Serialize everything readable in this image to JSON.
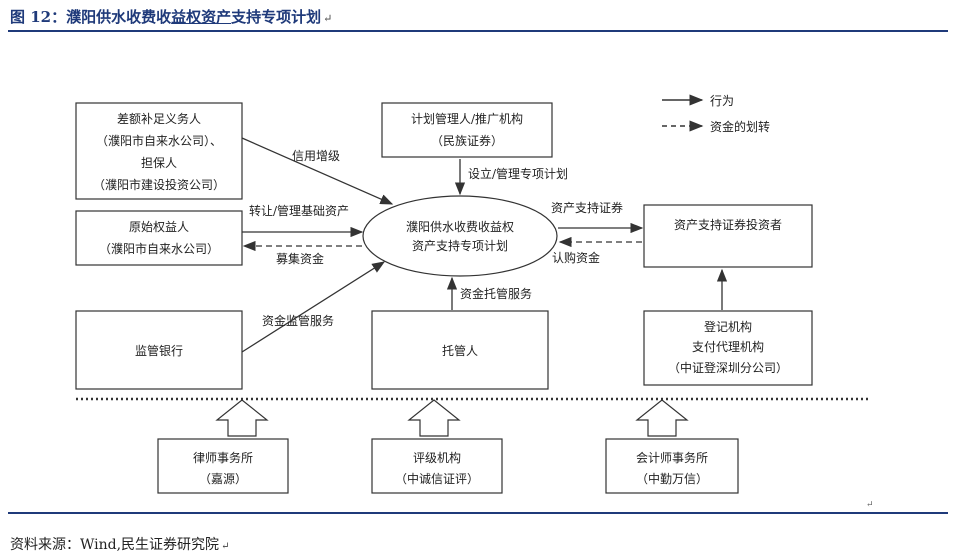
{
  "title": {
    "prefix": "图 12：濮阳供水收费收",
    "highlight": "益权资产",
    "suffix": "支持专项计划",
    "mark": "↵"
  },
  "diagram": {
    "legend": {
      "action": "行为",
      "funds": "资金的划转"
    },
    "boxes": {
      "obligor": [
        "差额补足义务人",
        "（濮阳市自来水公司）、",
        "担保人",
        "（濮阳市建设投资公司）"
      ],
      "manager": [
        "计划管理人/推广机构",
        "（民族证券）"
      ],
      "originator": [
        "原始权益人",
        "（濮阳市自来水公司）"
      ],
      "plan": [
        "濮阳供水收费收益权",
        "资产支持专项计划"
      ],
      "investors": [
        "资产支持证券投资者"
      ],
      "bank": [
        "监管银行"
      ],
      "custodian": [
        "托管人"
      ],
      "registrar": [
        "登记机构",
        "支付代理机构",
        "（中证登深圳分公司）"
      ],
      "law": [
        "律师事务所",
        "（嘉源）"
      ],
      "rating": [
        "评级机构",
        "（中诚信证评）"
      ],
      "accounting": [
        "会计师事务所",
        "（中勤万信）"
      ]
    },
    "labels": {
      "credit": "信用增级",
      "setup": "设立/管理专项计划",
      "transfer": "转让/管理基础资产",
      "raise": "募集资金",
      "securities": "资产支持证券",
      "subscribe": "认购资金",
      "custody_service": "资金托管服务",
      "supervision": "资金监管服务"
    },
    "para_mark": "↵"
  },
  "source": {
    "text": "资料来源：Wind,民生证券研究院",
    "mark": "↵"
  }
}
